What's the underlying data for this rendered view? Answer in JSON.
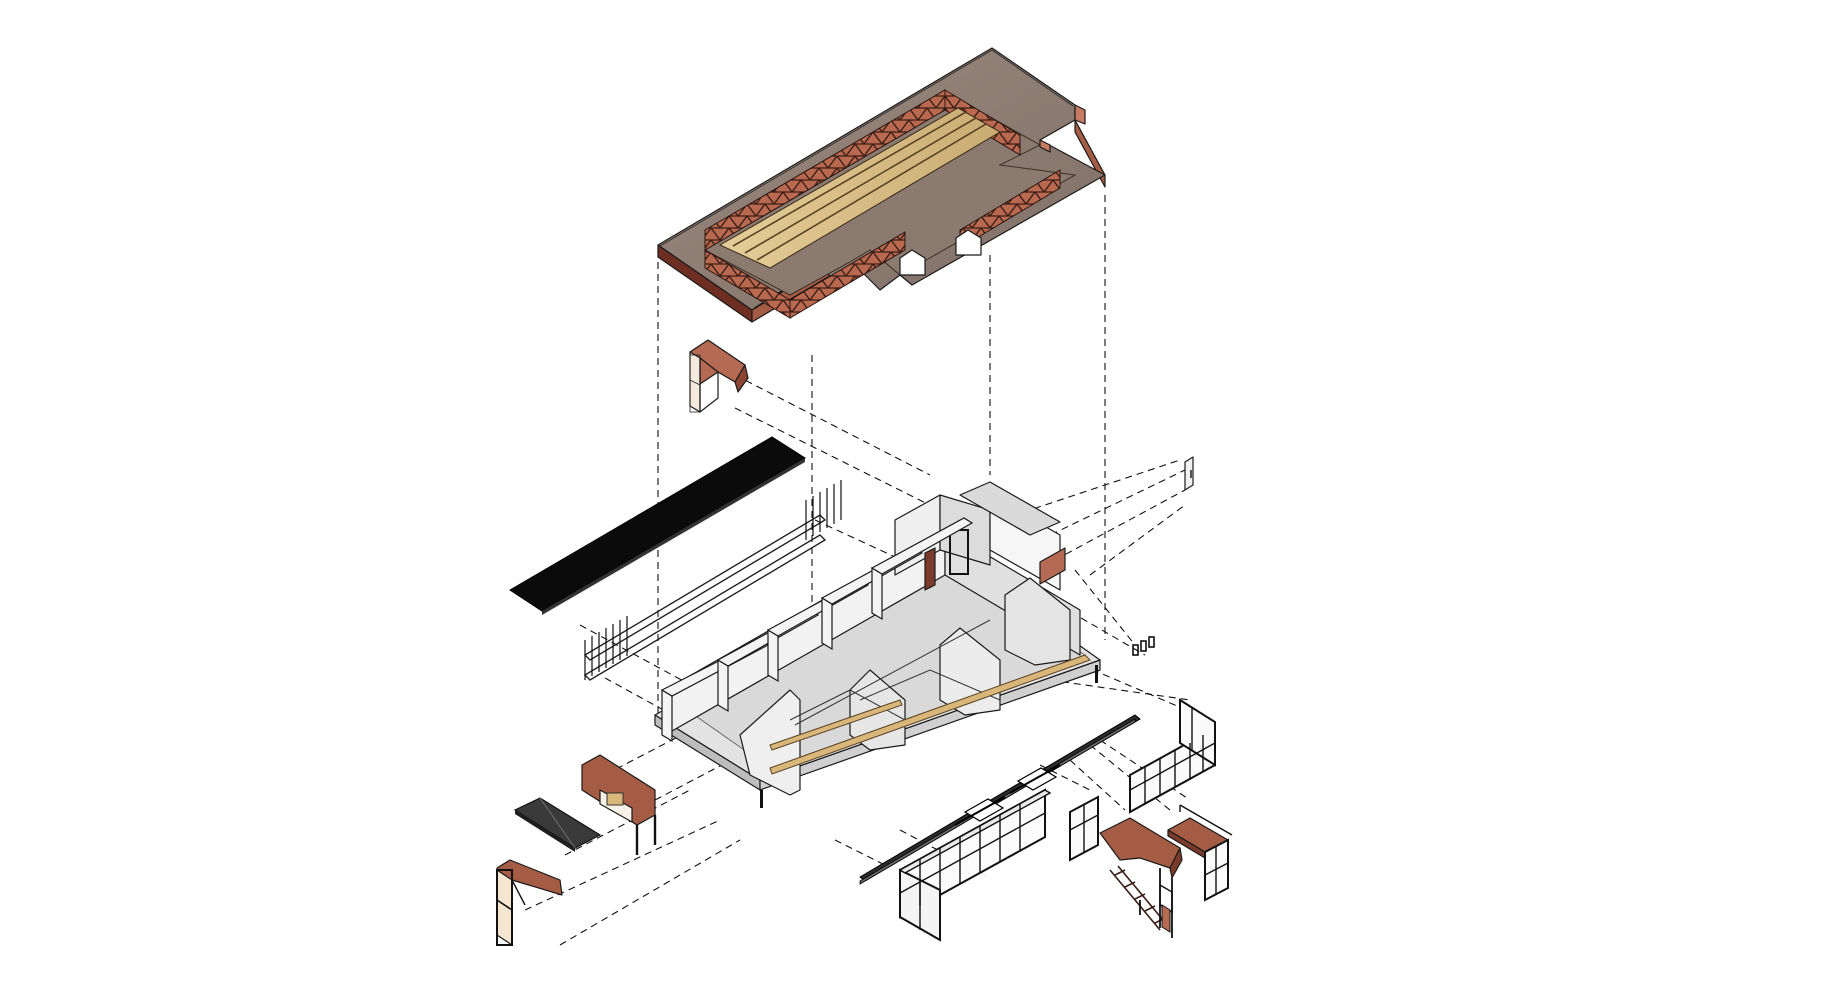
{
  "colors": {
    "background": "#ffffff",
    "roof_membrane": "#8d7c71",
    "roof_edge": "#b76a55",
    "timber": "#d9c08a",
    "walls": "#ededed",
    "wall_shadow": "#c9c9c9",
    "floor": "#d6d6d6",
    "metal_dark": "#111111",
    "copper": "#a45c45",
    "leader_line": "#111111"
  },
  "components": [
    "roof-assembly",
    "canopy-module-upper",
    "solar-panel-strip",
    "railing-frame",
    "main-structure",
    "wall-sign-panel",
    "window-units-small",
    "glazed-enclosure-right",
    "entrance-canopy-box",
    "dark-slab-panel",
    "canopy-module-lower",
    "beam-rail-assembly",
    "glazed-enclosure-front",
    "window-unit-single",
    "stair-tower",
    "canopy-module-right"
  ]
}
